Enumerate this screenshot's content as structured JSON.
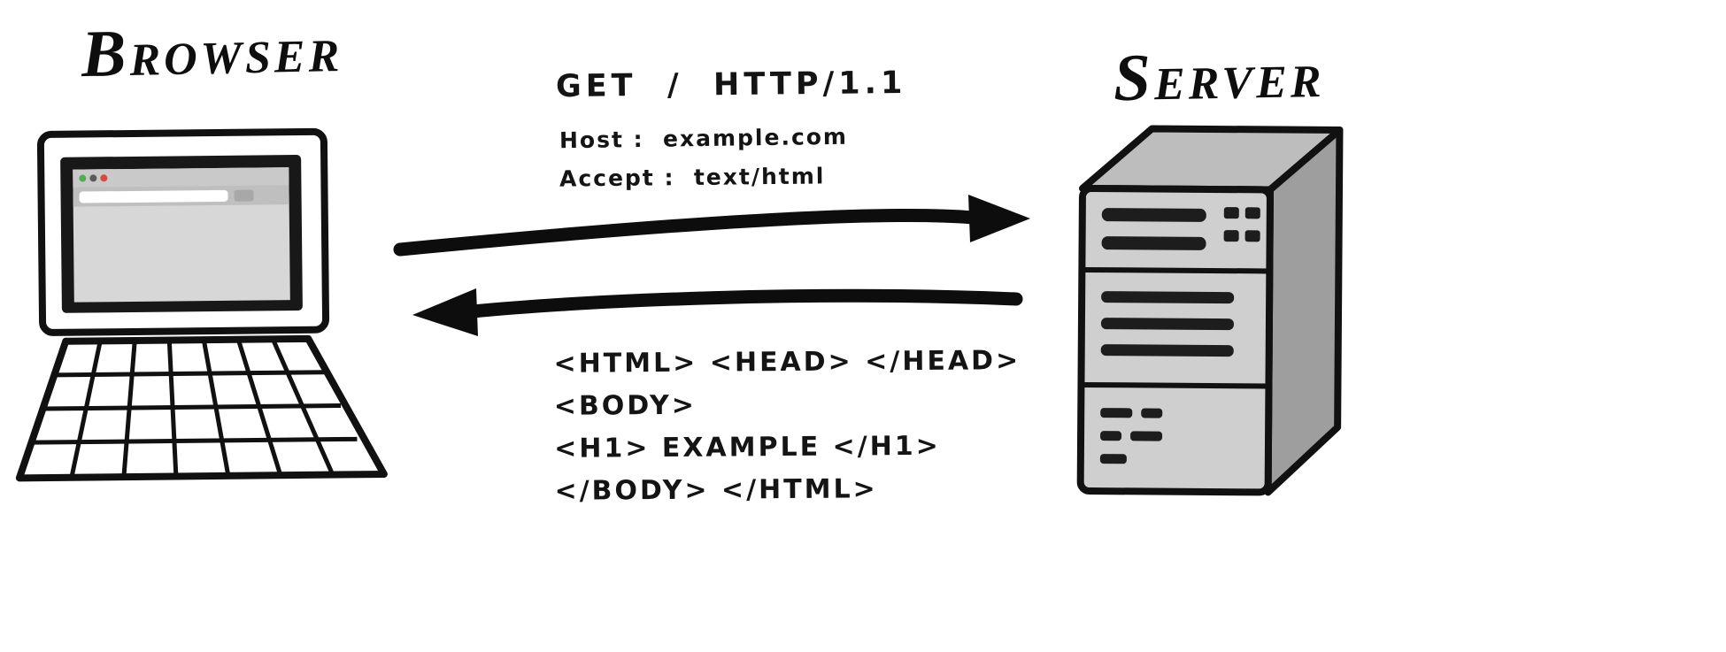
{
  "labels": {
    "browser": "Browser",
    "server": "Server"
  },
  "request": {
    "lines": [
      "GET  /  HTTP/1.1",
      "Host :  example.com",
      "Accept :  text/html"
    ]
  },
  "response": {
    "lines": [
      "<HTML> <HEAD> </HEAD>",
      "<BODY>",
      "<H1> EXAMPLE </H1>",
      "</BODY> </HTML>"
    ]
  },
  "colors": {
    "ink": "#111111",
    "screen_bezel": "#181818",
    "browser_chrome": "#c9c9c9",
    "browser_content": "#d7d7d7",
    "dot_green": "#4caf50",
    "dot_gray": "#5a5a5a",
    "dot_red": "#d84a3f",
    "server_front": "#cfcfcf",
    "server_top": "#bdbdbd",
    "server_side": "#9e9e9e",
    "server_slot": "#1d1d1d"
  }
}
